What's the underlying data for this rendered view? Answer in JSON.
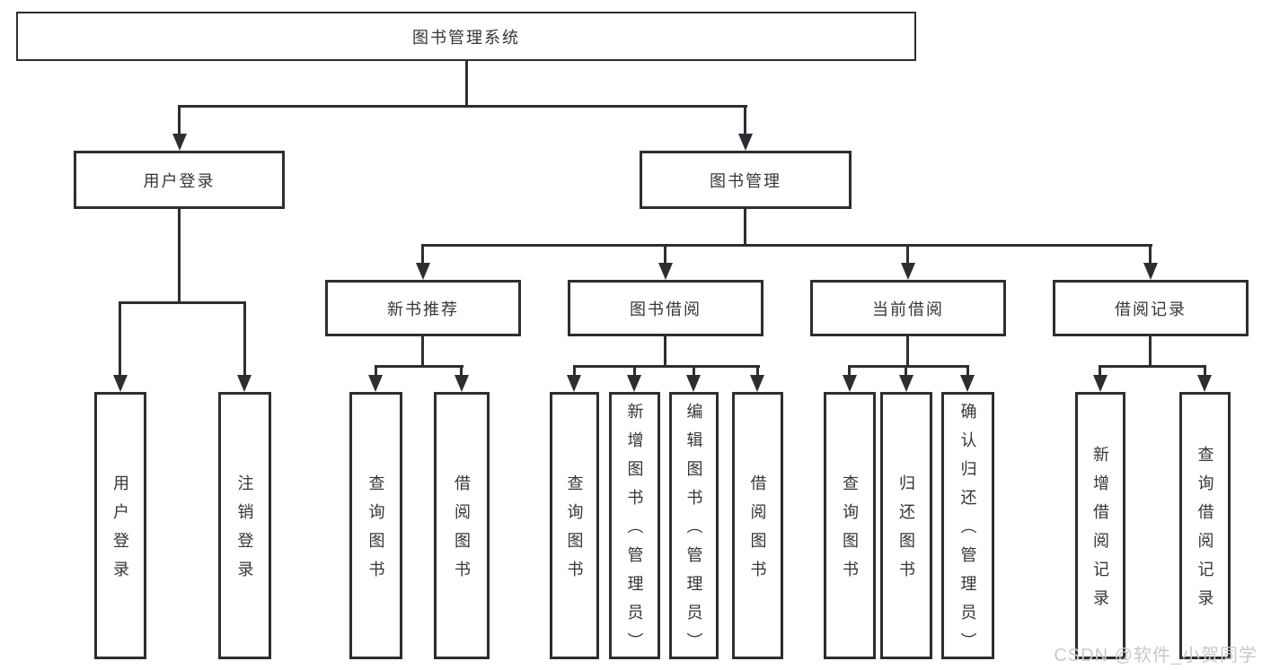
{
  "diagram_title": "图书管理系统",
  "nodes": {
    "root": "图书管理系统",
    "level2": {
      "user_login": "用户登录",
      "book_mgmt": "图书管理"
    },
    "level3": {
      "new_book": "新书推荐",
      "book_borrow": "图书借阅",
      "current_borrow": "当前借阅",
      "borrow_record": "借阅记录"
    },
    "leaves": {
      "a1": "用户登录",
      "a2": "注销登录",
      "b1": "查询图书",
      "b2": "借阅图书",
      "c1": "查询图书",
      "c2": "新增图书（管理员）",
      "c3": "编辑图书（管理员）",
      "c4": "借阅图书",
      "d1": "查询图书",
      "d2": "归还图书",
      "d3": "确认归还（管理员）",
      "e1": "新增借阅记录",
      "e2": "查询借阅记录"
    }
  },
  "watermark": "CSDN @软件_小贺同学",
  "colors": {
    "line": "#2d2d34",
    "text": "#35353c",
    "background": "#ffffff",
    "watermark": "#c9c9c9"
  }
}
